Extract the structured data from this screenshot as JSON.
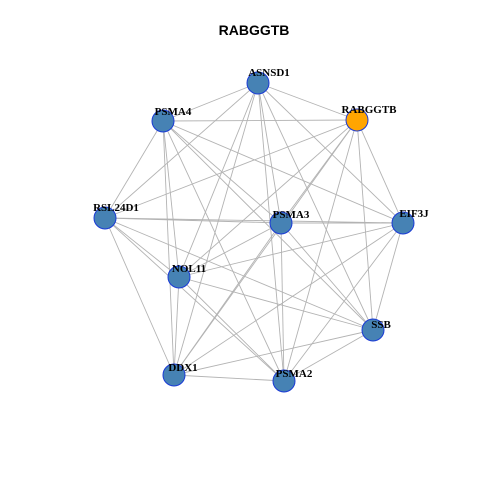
{
  "title": "RABGGTB",
  "colors": {
    "node_default": "#4682b4",
    "node_focus": "#ffa500",
    "node_border": "#1a3ad6",
    "edge": "#b3b3b3"
  },
  "nodes": [
    {
      "id": "ASNSD1",
      "label": "ASNSD1",
      "focus": false
    },
    {
      "id": "PSMA4",
      "label": "PSMA4",
      "focus": false
    },
    {
      "id": "RABGGTB",
      "label": "RABGGTB",
      "focus": true
    },
    {
      "id": "RSL24D1",
      "label": "RSL24D1",
      "focus": false
    },
    {
      "id": "PSMA3",
      "label": "PSMA3",
      "focus": false
    },
    {
      "id": "EIF3J",
      "label": "EIF3J",
      "focus": false
    },
    {
      "id": "NOL11",
      "label": "NOL11",
      "focus": false
    },
    {
      "id": "SSB",
      "label": "SSB",
      "focus": false
    },
    {
      "id": "DDX1",
      "label": "DDX1",
      "focus": false
    },
    {
      "id": "PSMA2",
      "label": "PSMA2",
      "focus": false
    }
  ],
  "edges": [
    [
      "ASNSD1",
      "PSMA4"
    ],
    [
      "ASNSD1",
      "RABGGTB"
    ],
    [
      "ASNSD1",
      "RSL24D1"
    ],
    [
      "ASNSD1",
      "PSMA3"
    ],
    [
      "ASNSD1",
      "EIF3J"
    ],
    [
      "ASNSD1",
      "NOL11"
    ],
    [
      "ASNSD1",
      "SSB"
    ],
    [
      "ASNSD1",
      "DDX1"
    ],
    [
      "ASNSD1",
      "PSMA2"
    ],
    [
      "PSMA4",
      "RABGGTB"
    ],
    [
      "PSMA4",
      "RSL24D1"
    ],
    [
      "PSMA4",
      "PSMA3"
    ],
    [
      "PSMA4",
      "EIF3J"
    ],
    [
      "PSMA4",
      "NOL11"
    ],
    [
      "PSMA4",
      "SSB"
    ],
    [
      "PSMA4",
      "DDX1"
    ],
    [
      "PSMA4",
      "PSMA2"
    ],
    [
      "RABGGTB",
      "RSL24D1"
    ],
    [
      "RABGGTB",
      "PSMA3"
    ],
    [
      "RABGGTB",
      "EIF3J"
    ],
    [
      "RABGGTB",
      "NOL11"
    ],
    [
      "RABGGTB",
      "SSB"
    ],
    [
      "RABGGTB",
      "DDX1"
    ],
    [
      "RABGGTB",
      "PSMA2"
    ],
    [
      "RSL24D1",
      "PSMA3"
    ],
    [
      "RSL24D1",
      "EIF3J"
    ],
    [
      "RSL24D1",
      "NOL11"
    ],
    [
      "RSL24D1",
      "SSB"
    ],
    [
      "RSL24D1",
      "DDX1"
    ],
    [
      "RSL24D1",
      "PSMA2"
    ],
    [
      "PSMA3",
      "EIF3J"
    ],
    [
      "PSMA3",
      "NOL11"
    ],
    [
      "PSMA3",
      "SSB"
    ],
    [
      "PSMA3",
      "DDX1"
    ],
    [
      "PSMA3",
      "PSMA2"
    ],
    [
      "EIF3J",
      "NOL11"
    ],
    [
      "EIF3J",
      "SSB"
    ],
    [
      "EIF3J",
      "DDX1"
    ],
    [
      "EIF3J",
      "PSMA2"
    ],
    [
      "NOL11",
      "SSB"
    ],
    [
      "NOL11",
      "DDX1"
    ],
    [
      "NOL11",
      "PSMA2"
    ],
    [
      "SSB",
      "DDX1"
    ],
    [
      "SSB",
      "PSMA2"
    ],
    [
      "DDX1",
      "PSMA2"
    ]
  ]
}
